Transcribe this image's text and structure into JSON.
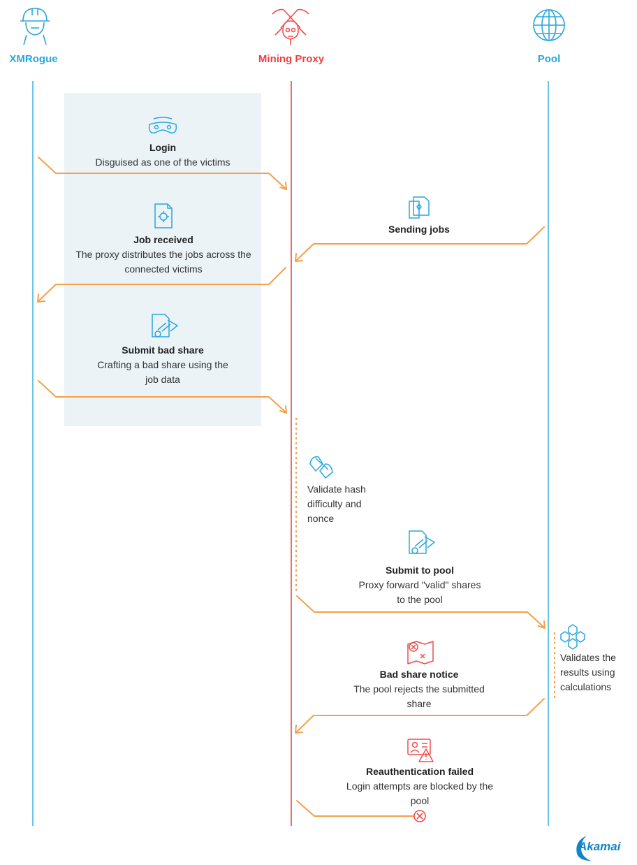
{
  "actors": {
    "xmrogue": {
      "label": "XMRogue",
      "color": "#2aa6dd",
      "icon": "hard-hat-worker-icon"
    },
    "proxy": {
      "label": "Mining Proxy",
      "color": "#f03e3e",
      "icon": "pickaxes-skull-icon"
    },
    "pool": {
      "label": "Pool",
      "color": "#2aa6dd",
      "icon": "globe-icon"
    }
  },
  "colors": {
    "arrow": "#f5a04a",
    "highlight": "#ebf3f7",
    "icon_blue": "#2aa6dd",
    "icon_red": "#f04b4b"
  },
  "steps": {
    "login": {
      "title": "Login",
      "desc": "Disguised as one of the victims",
      "icon": "mask-icon"
    },
    "job_received": {
      "title": "Job received",
      "desc": "The proxy distributes the jobs across the connected victims",
      "icon": "document-gear-icon"
    },
    "sending_jobs": {
      "title": "Sending jobs",
      "icon": "documents-icon"
    },
    "submit_bad_share": {
      "title": "Submit bad share",
      "desc": "Crafting a bad share using the job data",
      "icon": "document-submit-icon"
    },
    "validate_hash": {
      "desc": "Validate hash difficulty and nonce",
      "icon": "verify-hands-icon"
    },
    "submit_to_pool": {
      "title": "Submit to pool",
      "desc": "Proxy forward \"valid\" shares to the pool",
      "icon": "document-submit-icon"
    },
    "validates_results": {
      "desc": "Validates the results using calculations",
      "icon": "cubes-network-icon"
    },
    "bad_share_notice": {
      "title": "Bad share notice",
      "desc": "The pool rejects the submitted share",
      "icon": "map-error-icon"
    },
    "reauth_failed": {
      "title": "Reauthentication failed",
      "desc": "Login attempts are blocked by the pool",
      "icon": "id-card-warning-icon"
    }
  },
  "brand": {
    "logo_text": "Akamai"
  }
}
